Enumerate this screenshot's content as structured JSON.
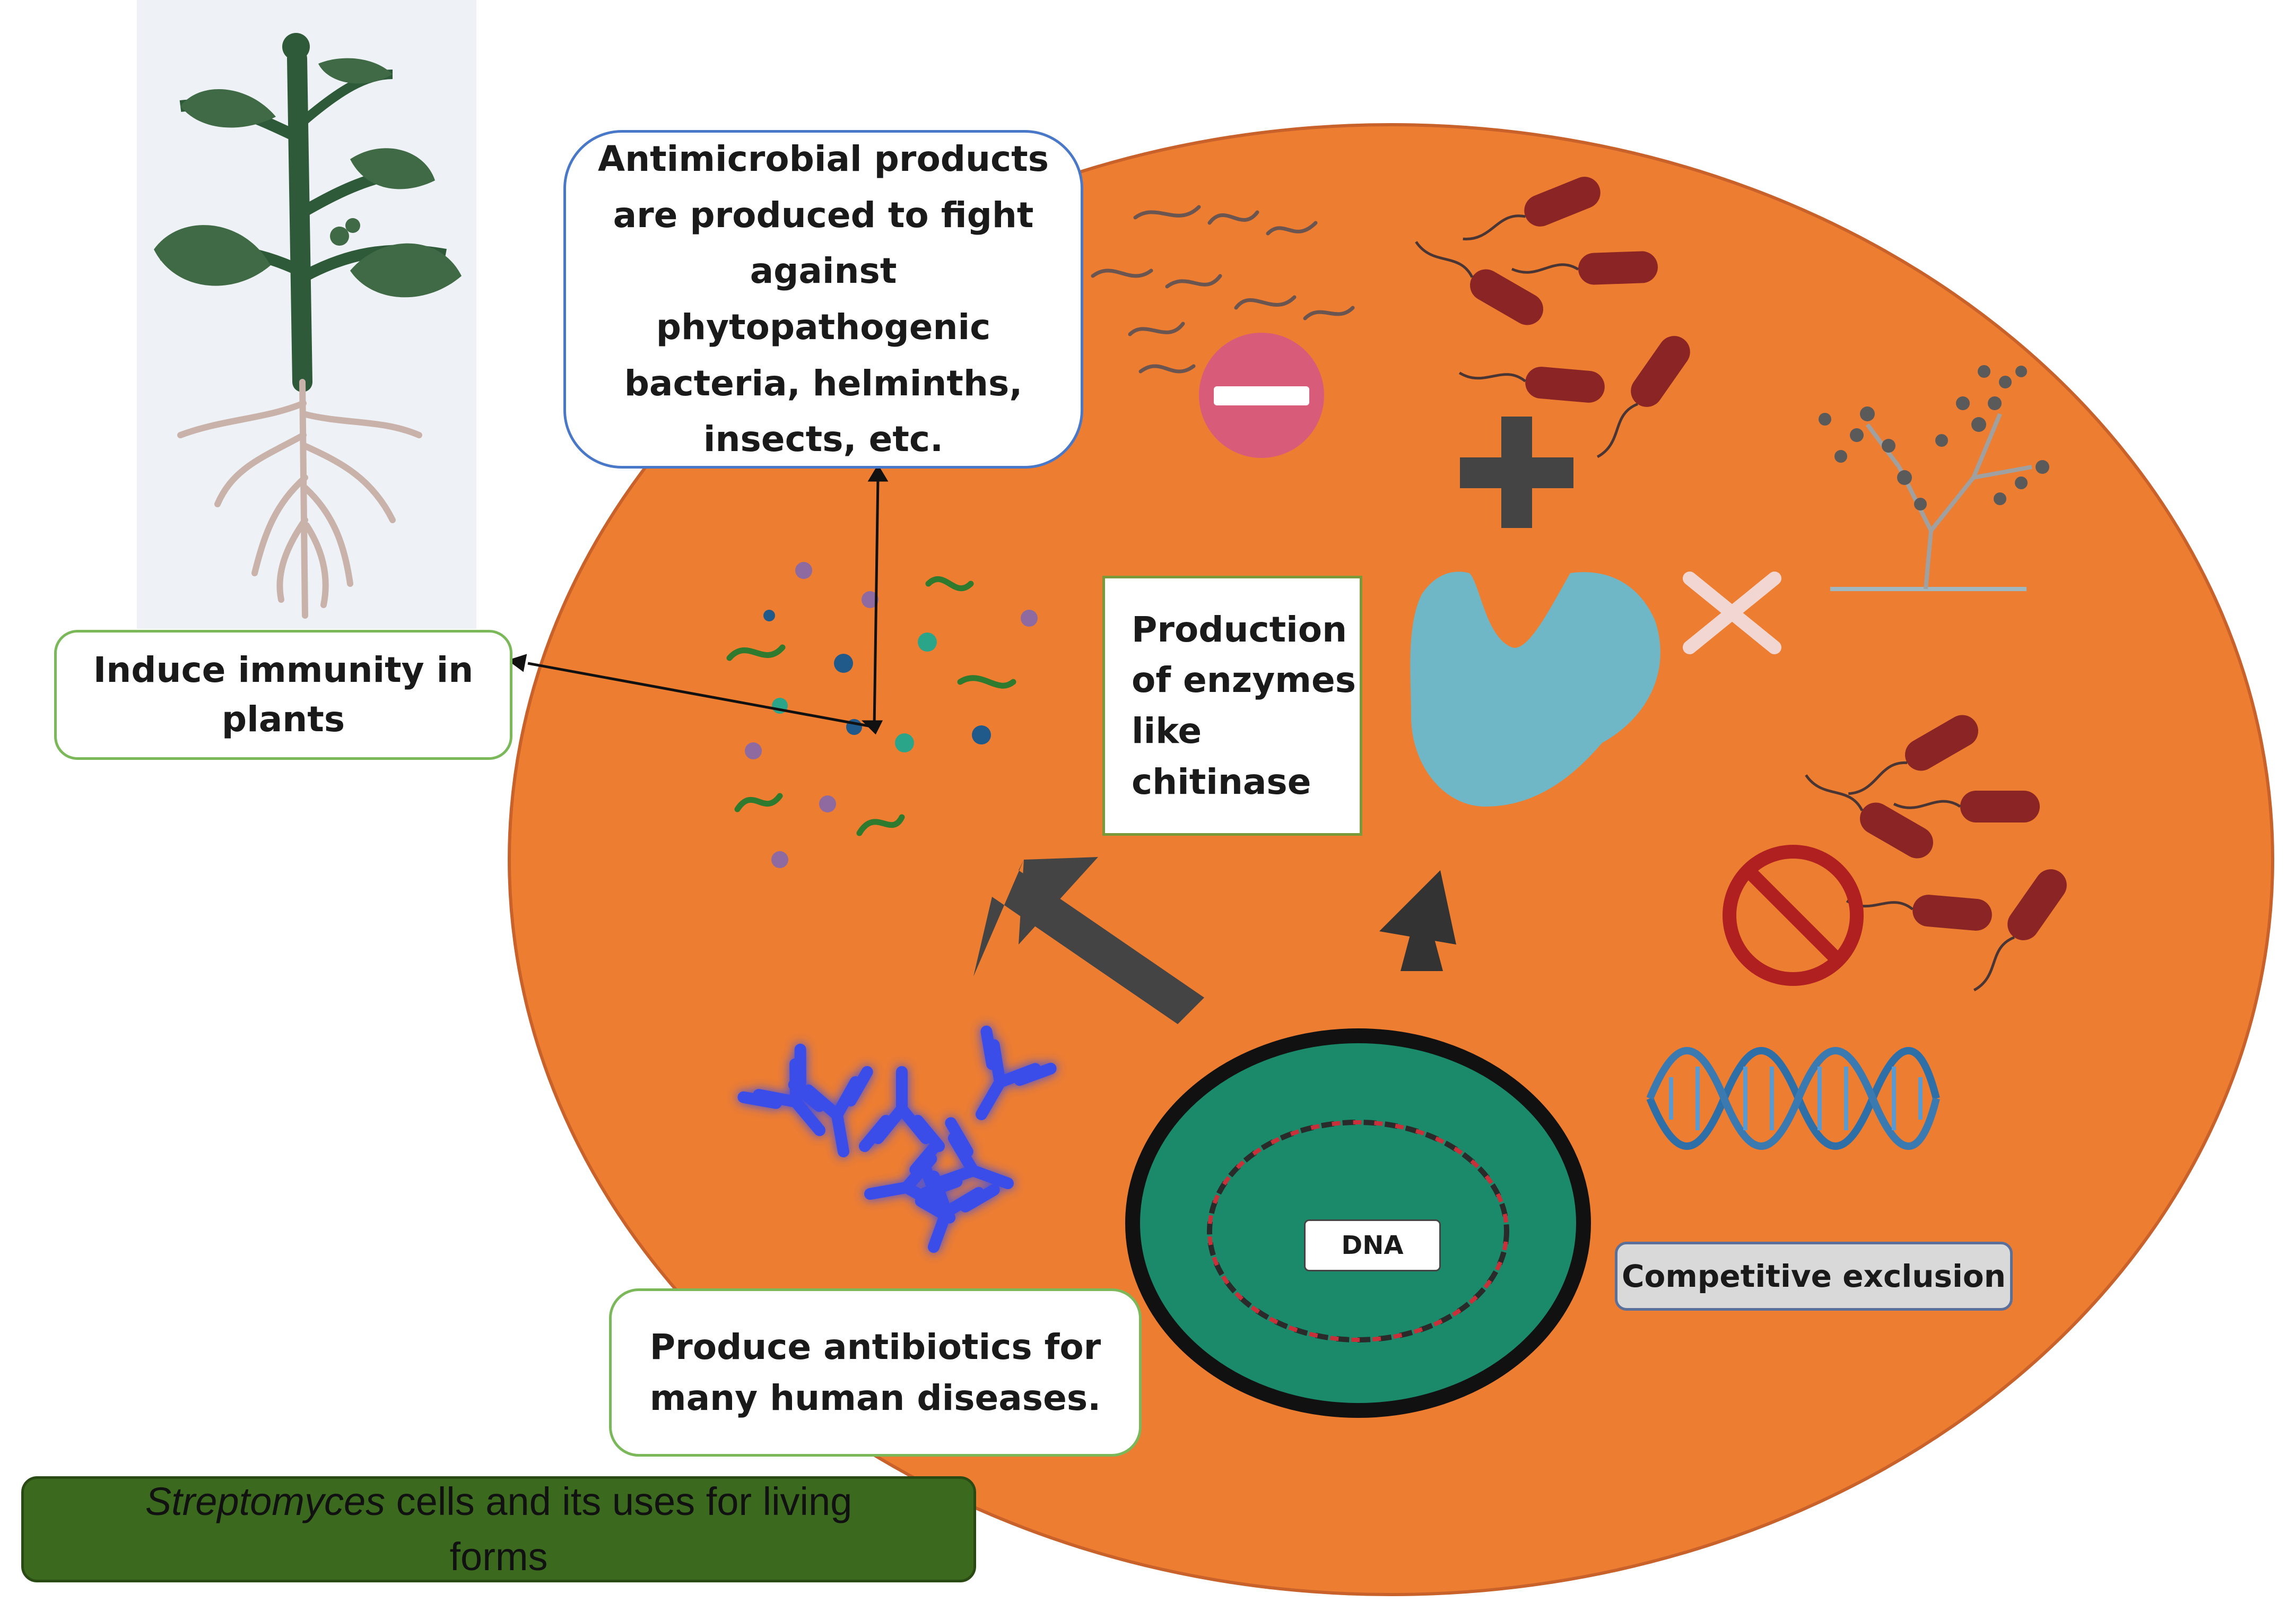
{
  "labels": {
    "antimicrobial": [
      "Antimicrobial products",
      "are produced to fight",
      "against phytopathogenic",
      "bacteria, helminths,",
      "insects, etc."
    ],
    "immunity": [
      "Induce immunity in",
      "plants"
    ],
    "enzymes": [
      "Production",
      "of enzymes",
      "like",
      "chitinase"
    ],
    "antibiotics": [
      "Produce antibiotics for",
      "many human diseases."
    ],
    "competitive": "Competitive exclusion",
    "dna": "DNA"
  },
  "caption": {
    "italic": "Streptomyces",
    "line1_rest": " cells and its uses for living",
    "line2": "forms"
  },
  "colors": {
    "cell": "#ed7d31",
    "cell_outline": "#c8612a",
    "nucleoid": "#1a8a6a",
    "plant_green": "#2f5a3a",
    "root": "#c9b2aa",
    "bacteria": "#8b2424",
    "antibody": "#3a4ee8",
    "enzyme": "#6fb7c7",
    "arrow": "#444444",
    "caption_bg": "#3b6a1e"
  },
  "icons": [
    "plant-icon",
    "worms-icon",
    "minus-icon",
    "bacteria-icon",
    "plus-icon",
    "fungus-icon",
    "cross-icon",
    "enzyme-icon",
    "no-sign-icon",
    "antibody-icon",
    "dna-helix-icon",
    "nucleoid-icon",
    "molecules-icon",
    "arrow-icon"
  ]
}
